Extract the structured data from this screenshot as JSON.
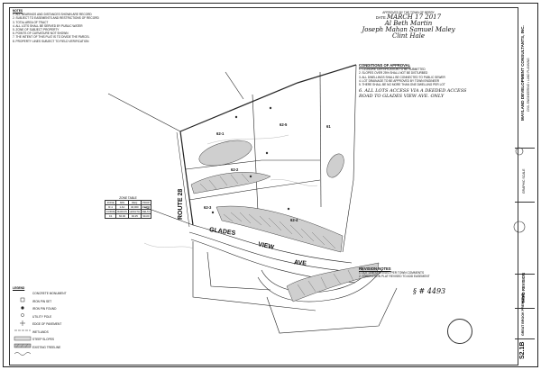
{
  "notes": {
    "heading": "NOTES",
    "items": [
      "1. ALL BEARINGS AND DISTANCES SHOWN ARE RECORD",
      "2. SUBJECT TO EASEMENTS AND RESTRICTIONS OF RECORD",
      "3. TOTAL AREA OF TRACT",
      "4. ALL LOTS SHALL BE SERVED BY PUBLIC WATER",
      "5. ZONE OF SUBJECT PROPERTY",
      "6. POINTS OF CURVATURE NOT SHOWN",
      "7. THE INTENT OF THIS PLAT IS TO DIVIDE THE PARCEL",
      "8. PROPERTY LINES SUBJECT TO FIELD VERIFICATION"
    ]
  },
  "approval": {
    "heading": "APPROVED BY THE TOWN OF BERRY",
    "date_label": "DATE",
    "date_value": "MARCH 17 2017",
    "signatures": [
      "Al Beth Martin",
      "Joseph Mahan  Samuel Maley",
      "Clint Hale"
    ]
  },
  "conditions": {
    "heading": "CONDITIONS OF APPROVAL",
    "items": [
      "1. CLOSURE CERTIFICATION TO BE SUBMITTED",
      "2. SLOPES OVER 25% SHALL NOT BE DISTURBED",
      "3. ALL DWELLINGS SHALL BE CONNECTED TO PUBLIC SEWER",
      "4. LOT DRAINAGE TO BE APPROVED BY TOWN ENGINEER",
      "5. THERE SHALL BE NO MORE THAN ONE DWELLING PER LOT"
    ],
    "handwritten": "6. ALL LOTS ACCESS VIA A DEEDED ACCESS ROAD TO GLADES VIEW AVE. ONLY"
  },
  "revision": {
    "heading": "REVISION NOTES",
    "items": [
      "1. LOT LINES REVISED PER TOWN COMMENTS",
      "2. SUBDIVISION PLAT REVISED TO ADD EASEMENT"
    ],
    "handwritten": "§ # 4493"
  },
  "lots": [
    "61",
    "62-1",
    "62-2",
    "62-3",
    "62-4",
    "62-5"
  ],
  "roads": {
    "route": "ROUTE 28",
    "glades": "GLADES",
    "view": "VIEW",
    "ave": "AVE"
  },
  "zone_table": {
    "heading": "ZONE TABLE",
    "headers": [
      "ZONE",
      "MIN",
      "REQ",
      "PROP"
    ],
    "rows": [
      [
        "R-1",
        "1 AC",
        "40,000",
        "43,560"
      ],
      [
        "CURVE",
        "RADIUS",
        "LENGTH",
        "DELTA"
      ],
      [
        "C1",
        "60.00",
        "94.25",
        "90-00"
      ]
    ]
  },
  "legend": {
    "heading": "LEGEND",
    "items": [
      "CONCRETE MONUMENT",
      "IRON PIN SET",
      "IRON PIN FOUND",
      "UTILITY POLE",
      "EDGE OF PAVEMENT",
      "WETLANDS",
      "STEEP SLOPES",
      "EXISTING TREELINE"
    ]
  },
  "titleblock": {
    "firm": "MAYLAND DEVELOPMENT CONSULTANTS, INC.",
    "firm_sub": "CIVIL ENGINEERING • LAND PLANNING",
    "scale_label": "GRAPHIC SCALE",
    "project": "GREAT BROOK PRESERVE",
    "sheet_type": "THIRD REVISION",
    "sheet_no": "S2.1B"
  }
}
